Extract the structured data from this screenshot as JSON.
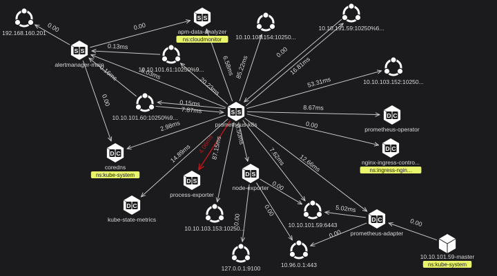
{
  "colors": {
    "background": "#1b1b1d",
    "node_fill": "#ffffff",
    "node_glyph": "#1b1b1d",
    "edge": "#c8c8c8",
    "edge_error": "#c0181b",
    "label_text": "#d8d8d8",
    "badge_bg": "#e9f56a",
    "badge_text": "#1b1b1d"
  },
  "nodes": {
    "n192": {
      "label": "192.168.160.201",
      "icon": "endpoint-icon"
    },
    "alertmanager": {
      "label": "alertmanager-main",
      "icon": "statefulset-icon",
      "letters": "S S"
    },
    "apm": {
      "label": "apm-data-analyzer",
      "icon": "statefulset-icon",
      "letters": "S S",
      "badge": "ns:cloudmonitor"
    },
    "n61": {
      "label": "10.10.101.61:10250%9...",
      "icon": "endpoint-icon"
    },
    "n154": {
      "label": "10.10.103.154:10250...",
      "icon": "endpoint-icon"
    },
    "n191": {
      "label": "10.10.191.59:10250%6...",
      "icon": "endpoint-icon"
    },
    "n152": {
      "label": "10.10.103.152:10250...",
      "icon": "endpoint-icon"
    },
    "n60": {
      "label": "10.10.101.60:10250%9...",
      "icon": "endpoint-icon"
    },
    "prom": {
      "label": "prometheus-k8s",
      "icon": "statefulset-icon",
      "letters": "S S"
    },
    "promop": {
      "label": "prometheus-operator",
      "icon": "deployment-icon",
      "letters": "D C"
    },
    "coredns": {
      "label": "coredns",
      "icon": "deployment-icon",
      "letters": "D C",
      "badge": "ns:kube-system"
    },
    "nginx": {
      "label": "nginx-ingress-contro...",
      "icon": "deployment-icon",
      "letters": "D C",
      "badge": "ns:ingress-ngin..."
    },
    "procexp": {
      "label": "process-exporter",
      "icon": "daemonset-icon",
      "letters": "D S"
    },
    "nodeexp": {
      "label": "node-exporter",
      "icon": "daemonset-icon",
      "letters": "D S"
    },
    "ksm": {
      "label": "kube-state-metrics",
      "icon": "deployment-icon",
      "letters": "D C"
    },
    "n153": {
      "label": "10.10.103.153:10250...",
      "icon": "endpoint-icon"
    },
    "n6443": {
      "label": "10.10.101.59:6443",
      "icon": "endpoint-icon"
    },
    "adapter": {
      "label": "prometheus-adapter",
      "icon": "deployment-icon",
      "letters": "D C"
    },
    "master": {
      "label": "10.10.101.59-master",
      "icon": "node-icon",
      "badge": "ns:kube-system"
    },
    "n9100": {
      "label": "127.0.0.1:9100",
      "icon": "endpoint-icon"
    },
    "n443": {
      "label": "10.96.0.1:443",
      "icon": "endpoint-icon"
    }
  },
  "edges": [
    {
      "from": "alertmanager",
      "to": "n192",
      "label": "0.00"
    },
    {
      "from": "alertmanager",
      "to": "apm",
      "label": "0.00"
    },
    {
      "from": "n61",
      "to": "alertmanager",
      "label": "0.13ms"
    },
    {
      "from": "prom",
      "to": "alertmanager",
      "label": "6.03ms"
    },
    {
      "from": "n60",
      "to": "alertmanager",
      "label": "0.16ms"
    },
    {
      "from": "alertmanager",
      "to": "coredns",
      "label": "0.00"
    },
    {
      "from": "prom",
      "to": "apm",
      "label": "6.58ms"
    },
    {
      "from": "prom",
      "to": "n61",
      "label": "20.23ms"
    },
    {
      "from": "prom",
      "to": "n154",
      "label": "85.22ms"
    },
    {
      "from": "prom",
      "to": "n191",
      "label": "16.81ms"
    },
    {
      "from": "n191",
      "to": "prom",
      "label": "0.00"
    },
    {
      "from": "prom",
      "to": "n152",
      "label": "53.31ms"
    },
    {
      "from": "n60",
      "to": "prom",
      "label": "0.15ms"
    },
    {
      "from": "prom",
      "to": "n60",
      "label": "7.87ms"
    },
    {
      "from": "prom",
      "to": "promop",
      "label": "8.67ms"
    },
    {
      "from": "prom",
      "to": "coredns",
      "label": "2.98ms"
    },
    {
      "from": "prom",
      "to": "nginx",
      "label": "0.00"
    },
    {
      "from": "prom",
      "to": "procexp",
      "label": "4.06ms",
      "error": true
    },
    {
      "from": "prom",
      "to": "ksm",
      "label": "14.89ms"
    },
    {
      "from": "prom",
      "to": "n153",
      "label": "87.15ms"
    },
    {
      "from": "prom",
      "to": "nodeexp",
      "label": "0.50ms"
    },
    {
      "from": "prom",
      "to": "n6443",
      "label": "7.62ms"
    },
    {
      "from": "prom",
      "to": "adapter",
      "label": "12.66ms"
    },
    {
      "from": "nodeexp",
      "to": "n9100",
      "label": "0.00"
    },
    {
      "from": "nodeexp",
      "to": "n443",
      "label": "0.00"
    },
    {
      "from": "nodeexp",
      "to": "n6443",
      "label": "0.00"
    },
    {
      "from": "adapter",
      "to": "n6443",
      "label": "5.02ms"
    },
    {
      "from": "adapter",
      "to": "n443",
      "label": "0.00"
    },
    {
      "from": "master",
      "to": "adapter",
      "label": "0.00"
    }
  ]
}
